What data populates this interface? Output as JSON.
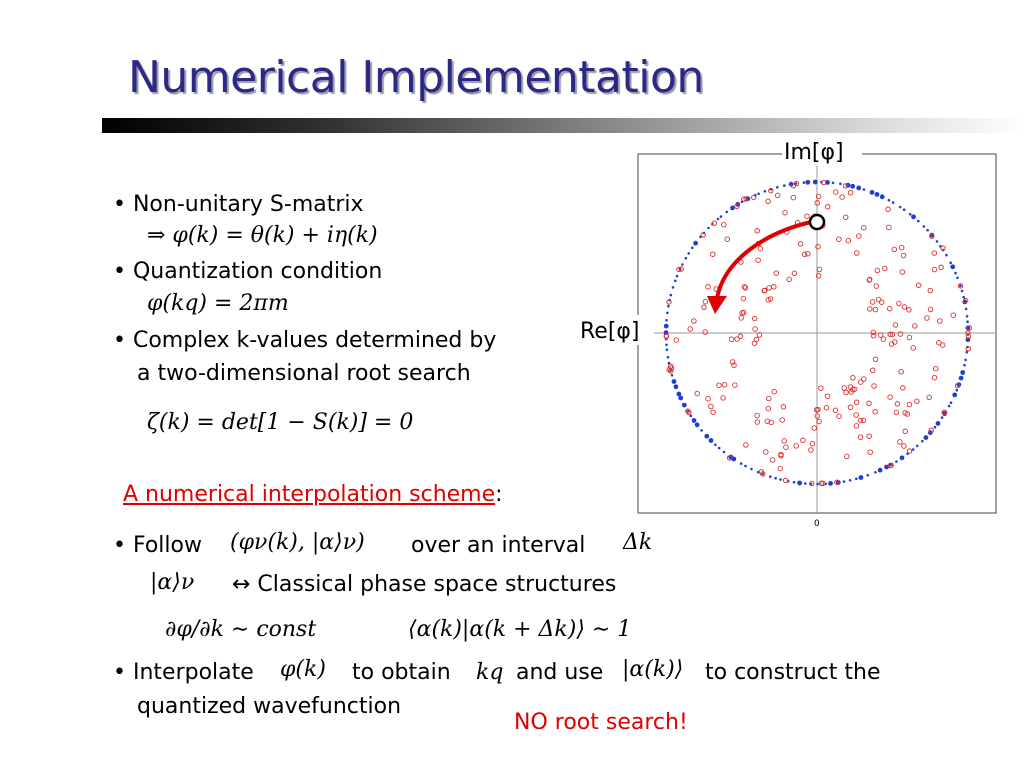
{
  "slide": {
    "title": "Numerical Implementation",
    "bullet1": "• Non-unitary S-matrix",
    "eq1": "⇒ φ(k) = θ(k) + iη(k)",
    "bullet2": "• Quantization condition",
    "eq2": "φ(kq) = 2πm",
    "bullet3a": "• Complex k-values determined by",
    "bullet3b": "a two-dimensional root search",
    "eq3": "ζ(k) = det[1 − S(k)] = 0",
    "interp_link": "A numerical interpolation scheme",
    "interp_colon": ":",
    "follow_prefix": "• Follow",
    "follow_eq": "(φν(k), |α⟩ν)",
    "follow_suffix": "over an interval",
    "delta_k": "Δk",
    "alpha_nu": "|α⟩ν",
    "classical": "↔ Classical phase space structures",
    "dphi": "∂φ/∂k ∼ const",
    "overlap": "⟨α(k)|α(k + Δk)⟩ ∼ 1",
    "interp_prefix": "• Interpolate",
    "interp_phi": "φ(k)",
    "to_obtain": "to obtain",
    "kq": "kq",
    "and_use": "and use",
    "alpha_k": "|α(k)⟩",
    "to_construct": "to construct the",
    "quantized": "quantized wavefunction",
    "no_root": "NO root search!"
  },
  "plot": {
    "im_label": "Im[φ]",
    "re_label": "Re[φ]",
    "zero_tick": "0"
  },
  "colors": {
    "title": "#2a2a86",
    "red_text": "#e00000",
    "blue_markers": "#1f3fd0",
    "red_markers": "#e03030",
    "arrow": "#e00000"
  }
}
